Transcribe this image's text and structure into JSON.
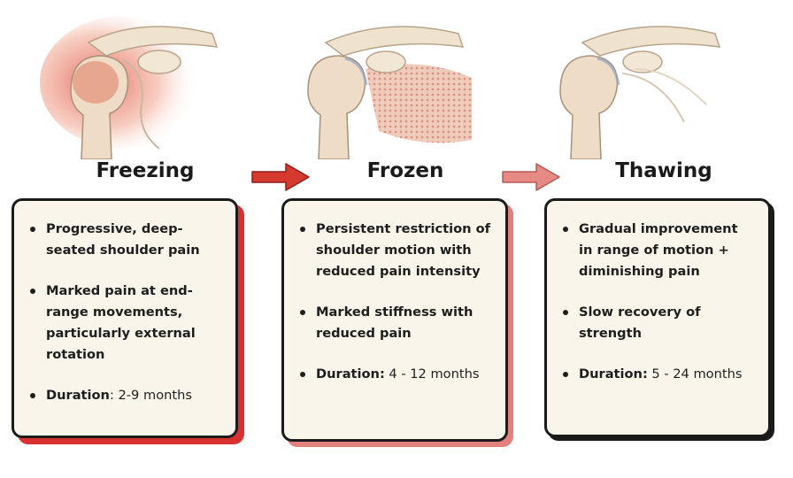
{
  "stages": [
    {
      "title": "Freezing",
      "accent": "#d93030",
      "bullets": [
        {
          "bold": "Progressive, deep-seated shoulder pain",
          "rest": ""
        },
        {
          "bold": "Marked pain at end-range movements, particularly external rotation",
          "rest": ""
        },
        {
          "bold": "Duration",
          "rest": ": 2-9 months"
        }
      ]
    },
    {
      "title": "Frozen",
      "accent": "#e2807d",
      "bullets": [
        {
          "bold": "Persistent restriction of shoulder motion with reduced pain intensity",
          "rest": ""
        },
        {
          "bold": "Marked stiffness with reduced pain",
          "rest": ""
        },
        {
          "bold": "Duration:",
          "rest": " 4 - 12 months"
        }
      ]
    },
    {
      "title": "Thawing",
      "accent": "#1b1b1b",
      "bullets": [
        {
          "bold": "Gradual improvement in range of motion + diminishing pain",
          "rest": ""
        },
        {
          "bold": "Slow recovery of strength",
          "rest": ""
        },
        {
          "bold": "Duration:",
          "rest": " 5 - 24 months"
        }
      ]
    }
  ],
  "arrows": [
    {
      "color": "#d63a2f"
    },
    {
      "color": "#e88a84"
    }
  ]
}
